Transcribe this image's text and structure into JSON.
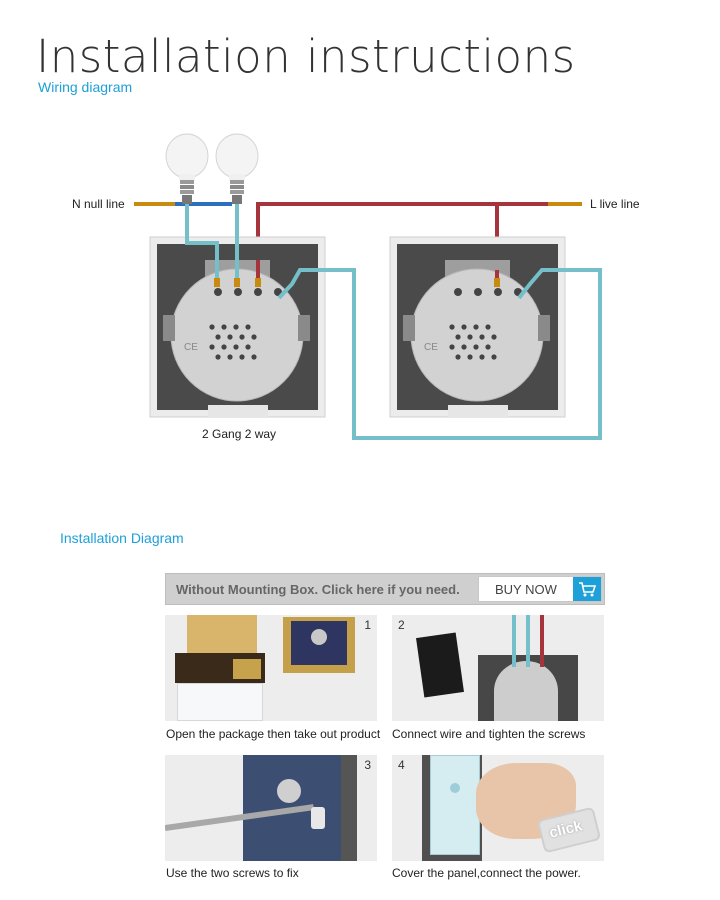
{
  "header": {
    "title": "Installation instructions",
    "subtitle": "Wiring diagram"
  },
  "wiring": {
    "n_label": "N null line",
    "l_label": "L live line",
    "gang_label": "2 Gang 2 way",
    "colors": {
      "neutral": "#2d6fbf",
      "live": "#a5343c",
      "traveller": "#74bfca",
      "copper": "#c98a10"
    }
  },
  "install": {
    "title": "Installation Diagram",
    "banner": {
      "text": "Without Mounting Box. Click here if you need.",
      "button": "BUY NOW",
      "icon": "cart-icon"
    },
    "steps": [
      {
        "num": "1",
        "caption": "Open the package then take out product"
      },
      {
        "num": "2",
        "caption": "Connect wire and tighten the screws"
      },
      {
        "num": "3",
        "caption": "Use the two screws to fix"
      },
      {
        "num": "4",
        "caption": "Cover the panel,connect the power.",
        "badge": "click"
      }
    ]
  }
}
